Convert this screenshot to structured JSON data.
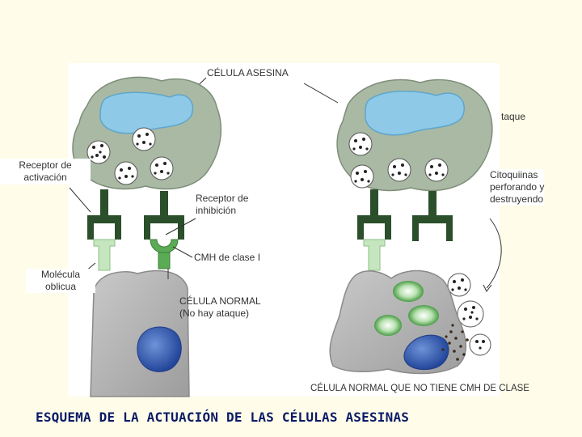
{
  "labels": {
    "killer_cell": "CÉLULA ASESINA",
    "ataque": "taque",
    "activation_receptor": [
      "Receptor de",
      "activación"
    ],
    "inhibition_receptor": [
      "Receptor de",
      "inhibición"
    ],
    "cytotoxins": [
      "Citoquiinas",
      "perforando y",
      "destruyendo"
    ],
    "mhc": "CMH de clase I",
    "oblique": [
      "Molécula",
      "oblicua"
    ],
    "normal_cell": [
      "CÉLULA NORMAL",
      "(No hay ataque)"
    ],
    "no_mhc_cell": "CÉLULA NORMAL QUE NO TIENE CMH DE CLASE"
  },
  "title": "ESQUEMA DE LA ACTUACIÓN DE LAS CÉLULAS ASESINAS",
  "colors": {
    "background": "#fffde9",
    "cell_body": "#a9b9a3",
    "nucleus": "#8ec9e8",
    "receptor": "#2b4f2b",
    "mhc": "#5aab54",
    "oblique": "#c6e6c0",
    "normal_cell": "#b0b0b0",
    "target_nucleus": "#3f66b8",
    "title": "#0b1a66"
  }
}
